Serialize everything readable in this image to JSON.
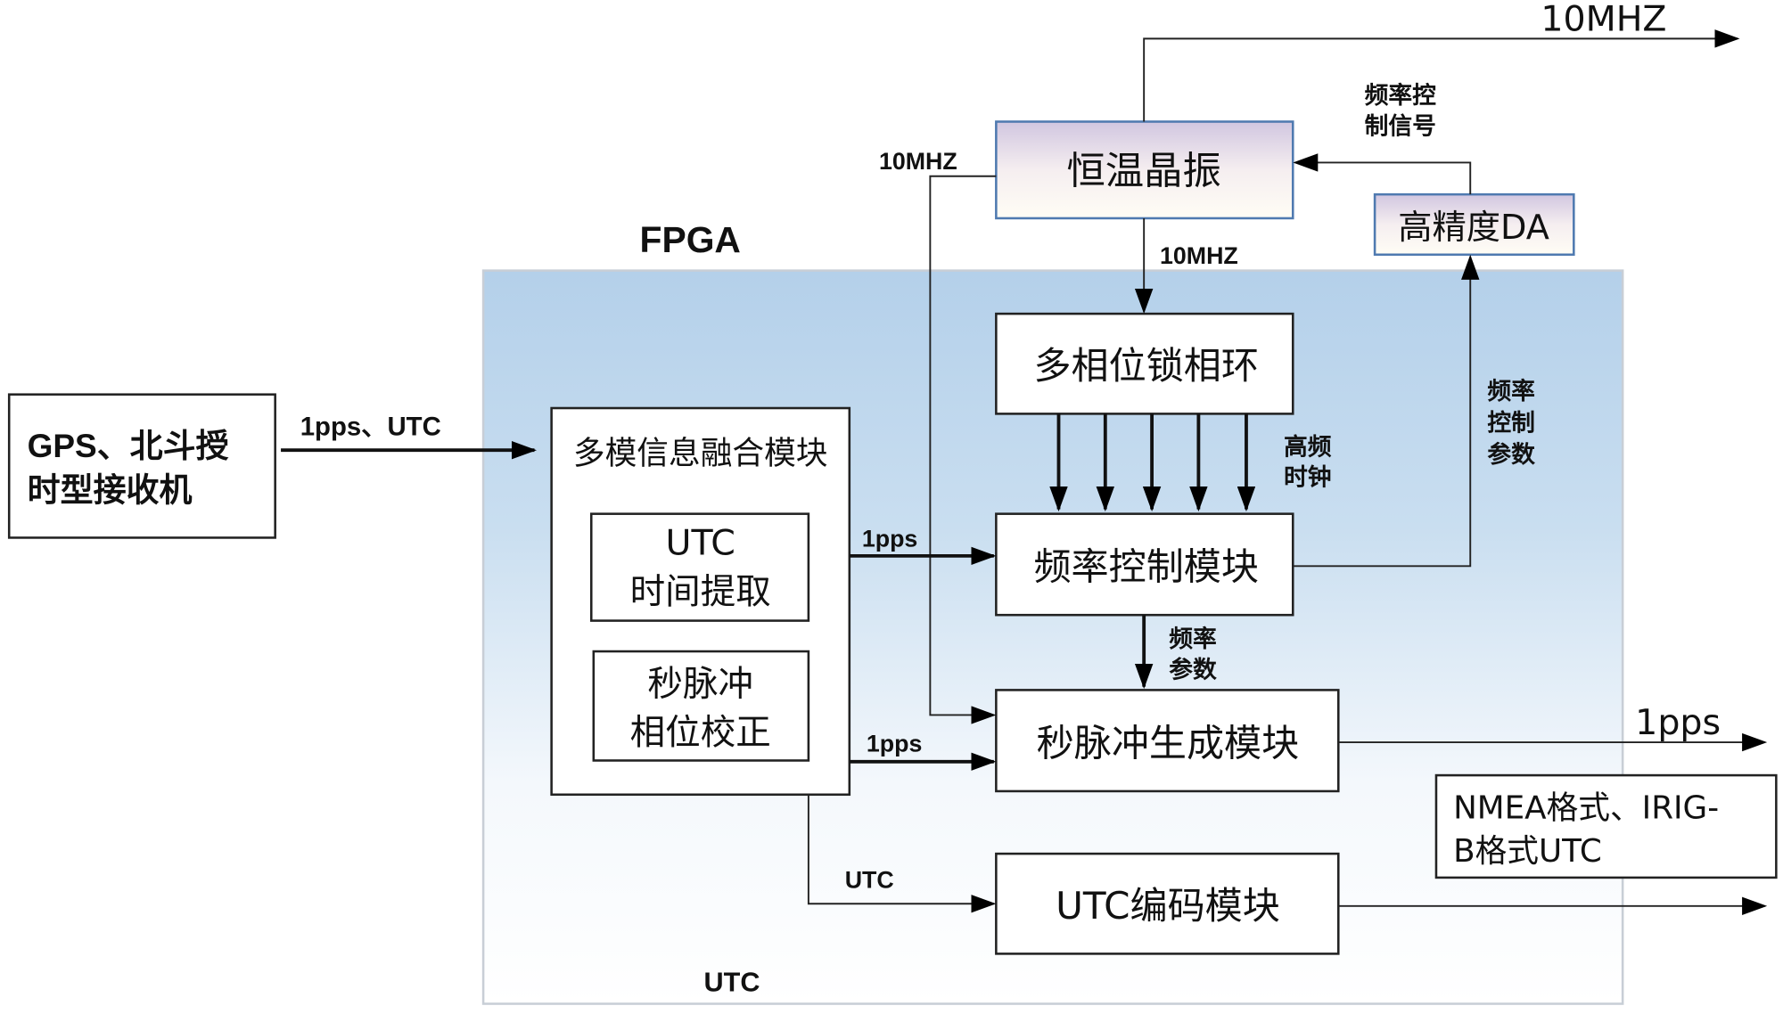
{
  "diagram": {
    "fpga_label": "FPGA",
    "receiver": [
      "GPS、北斗授",
      "时型接收机"
    ],
    "input_signal": "1pps、UTC",
    "fusion_module": "多模信息融合模块",
    "utc_extract": [
      "UTC",
      "时间提取"
    ],
    "pps_phase": [
      "秒脉冲",
      "相位校正"
    ],
    "ocxo": "恒温晶振",
    "da": "高精度DA",
    "pll": "多相位锁相环",
    "freq_ctrl": "频率控制模块",
    "pps_gen": "秒脉冲生成模块",
    "utc_enc": "UTC编码模块",
    "out_10mhz": "10MHZ",
    "out_1pps": "1pps",
    "out_format": [
      "NMEA格式、IRIG-",
      "B格式UTC"
    ],
    "labels": {
      "ctrl_signal": [
        "频率控",
        "制信号"
      ],
      "mhz_left": "10MHZ",
      "mhz_down": "10MHZ",
      "hf_clock": [
        "高频",
        "时钟"
      ],
      "ctrl_param": [
        "频率",
        "控制",
        "参数"
      ],
      "freq_param": [
        "频率",
        "参数"
      ],
      "pps1": "1pps",
      "pps2": "1pps",
      "utc_mid": "UTC",
      "utc_bottom": "UTC"
    }
  }
}
